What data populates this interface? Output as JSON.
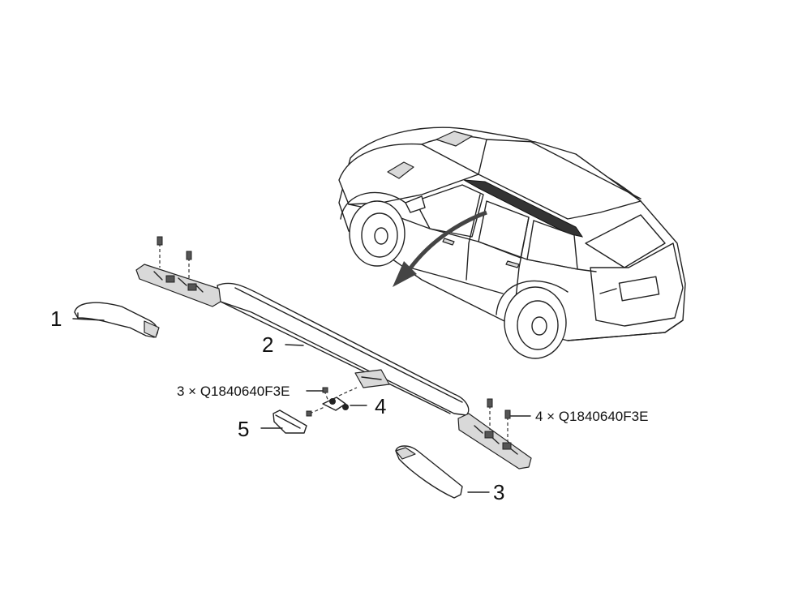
{
  "callouts": {
    "part1": "1",
    "part2": "2",
    "part3": "3",
    "part4": "4",
    "part5": "5"
  },
  "fasteners": {
    "left_spec": "3 × Q1840640F3E",
    "right_spec": "4 × Q1840640F3E"
  }
}
